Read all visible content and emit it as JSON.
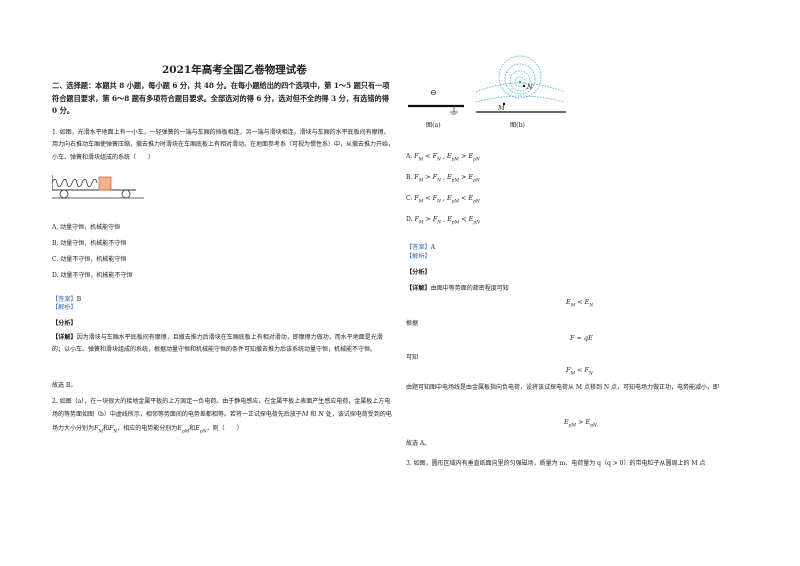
{
  "left": {
    "title": "2021年高考全国乙卷物理试卷",
    "section_header": "二、选择题：本题共 8 小题，每小题 6 分，共 48 分。在每小题给出的四个选项中，第 1～5 题只有一项符合题目要求，第 6～8 题有多项符合题目要求。全部选对的得 6 分，选对但不全的得 3 分，有选错的得 0 分。",
    "q1_text": "1. 如图，光滑水平地面上有一小车，一轻弹簧的一端与车厢的挡板相连，另一端与滑块相连，滑块与车厢的水平底板间有摩擦。用力向右推动车厢使弹簧压缩，撤去推力时滑块在车厢底板上有相对滑动。在地面参考系（可视为惯性系）中，从撤去推力开始，小车、弹簧和滑块组成的系统（　　）",
    "q1_options": [
      "A. 动量守恒，机械能守恒",
      "B. 动量守恒，机械能不守恒",
      "C. 动量不守恒，机械能守恒",
      "D. 动量不守恒，机械能不守恒"
    ],
    "q1_answer_tag": "【答案】",
    "q1_answer": "B",
    "q1_jiexi": "【解析】",
    "q1_fenxi": "【分析】",
    "q1_xiangjie_tag": "【详解】",
    "q1_xiangjie": "因为滑块与车厢水平底板间有摩擦，且撤去推力后滑块在车厢底板上有相对滑动，即摩擦力做功，而水平地面是光滑的；以小车、弹簧和滑块组成的系统，根据动量守恒和机械能守恒的条件可知撤去推力后该系统动量守恒，机械能不守恒。",
    "q1_conclusion": "故选 B。",
    "q2_text_1": "2. 如图（a），在一块很大的接地金属平板的上方固定一负电荷。由于静电感应，在金属平板上表面产生感应电荷，金属板上方电场的等势面如图（b）中虚线所示，相邻等势面间的电势差都相等。若将一正试探电荷先后放于",
    "q2_text_2a": " 和 ",
    "q2_text_2b": " 处，该试探电荷受到的电场力大小分别为",
    "q2_text_2c": "和",
    "q2_text_2d": "，相应的电势能分别为",
    "q2_text_2e": "和",
    "q2_text_2f": "，则（　　）",
    "sym_M": "M",
    "sym_N": "N"
  },
  "right": {
    "fig_a_label": "图(a)",
    "fig_b_label": "图(b)",
    "fig_b_M": "M",
    "fig_b_N": "N",
    "fig_a_charge": "⊖",
    "q2_options": [
      {
        "letter": "A.",
        "rel1": "<",
        "rel2": ">"
      },
      {
        "letter": "B.",
        "rel1": ">",
        "rel2": ">"
      },
      {
        "letter": "C.",
        "rel1": "<",
        "rel2": "<"
      },
      {
        "letter": "D.",
        "rel1": ">",
        "rel2": "<"
      }
    ],
    "answer_tag": "【答案】",
    "answer": "A",
    "jiexi": "【解析】",
    "fenxi": "【分析】",
    "xiangjie_tag": "【详解】",
    "xiangjie": "由图中等势面的疏密程度可知",
    "eq1_a": "E",
    "eq1_rel": "<",
    "eq1_b": "E",
    "genju": "根据",
    "eq2": "F = qE",
    "kezhi": "可知",
    "eq3_rel": "<",
    "para": "由题可知图中电场线是由金属板指向负电荷，设将该试探电荷从 M 点移到 N 点，可知电场力做正功，电势能减小，即",
    "eq4_rel": ">",
    "conclusion": "故选 A。",
    "q3_text": "3. 如图，圆形区域内有垂直纸面向里的匀强磁场，质量为 m、电荷量为 q（q > 0）的带电粒子从圆周上的 M 点"
  }
}
